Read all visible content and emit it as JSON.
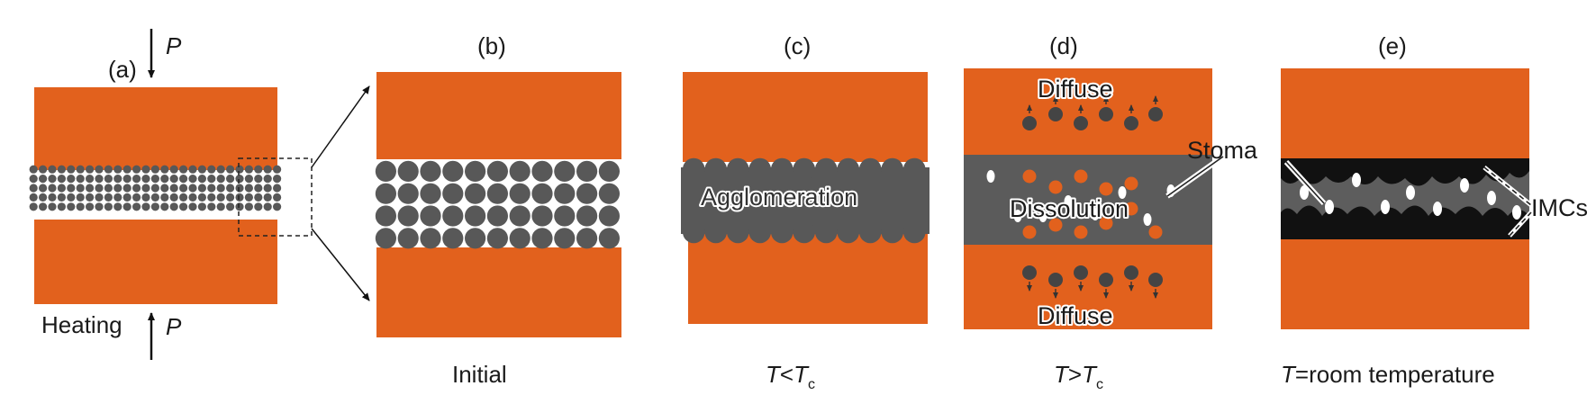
{
  "panels": {
    "a": {
      "label": "(a)",
      "top_force": "P",
      "bottom_action": "Heating",
      "bottom_force": "P"
    },
    "b": {
      "label": "(b)",
      "caption": "Initial"
    },
    "c": {
      "label": "(c)",
      "annotation": "Agglomeration",
      "caption_t": "T",
      "caption_rel": "<",
      "caption_tc": "T",
      "caption_sub": "c"
    },
    "d": {
      "label": "(d)",
      "top_annotation": "Diffuse",
      "middle_annotation": "Dissolution",
      "bottom_annotation": "Diffuse",
      "pointer_label": "Stoma",
      "caption_t": "T",
      "caption_rel": ">",
      "caption_tc": "T",
      "caption_sub": "c"
    },
    "e": {
      "label": "(e)",
      "pointer_label": "IMCs",
      "caption_t": "T",
      "caption_rest": "=room temperature"
    }
  },
  "colors": {
    "copper": "#e2611d",
    "particle": "#585858",
    "sinter_gray": "#5b5b5b",
    "imc_black": "#111111",
    "void_white": "#ffffff"
  }
}
